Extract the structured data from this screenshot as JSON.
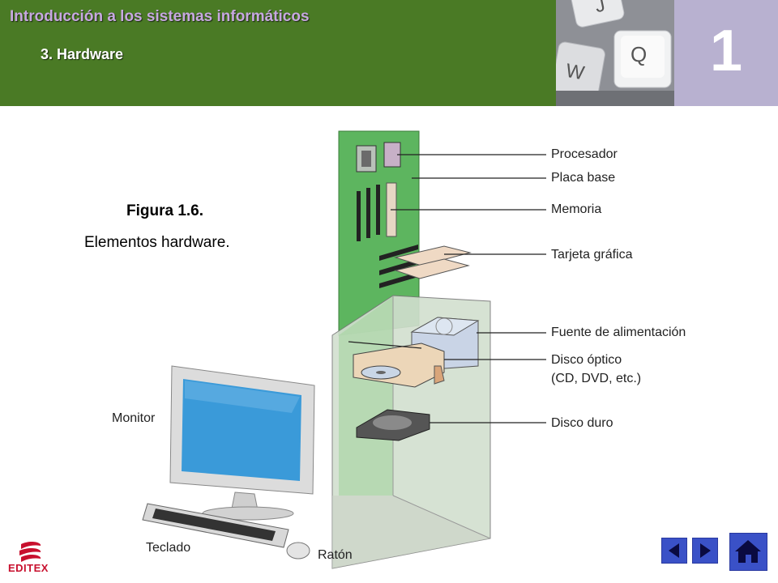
{
  "header": {
    "title": "Introducción a los sistemas informáticos",
    "subtitle": "3.  Hardware",
    "chapter_number": "1",
    "colors": {
      "band": "#4a7a25",
      "title": "#c7a8e0",
      "chapter_bg": "#b8b1d0"
    },
    "key_letters": [
      "J",
      "Q",
      "W"
    ]
  },
  "figure": {
    "caption_title": "Figura 1.6.",
    "caption_text": "Elementos hardware.",
    "labels": {
      "processor": "Procesador",
      "motherboard": "Placa base",
      "memory": "Memoria",
      "graphics": "Tarjeta gráfica",
      "psu": "Fuente de alimentación",
      "optical1": "Disco óptico",
      "optical2": "(CD, DVD, etc.)",
      "hdd": "Disco duro",
      "monitor": "Monitor",
      "keyboard": "Teclado",
      "mouse": "Ratón"
    }
  },
  "footer": {
    "logo_text": "EDITEX",
    "nav": {
      "prev": "previous-icon",
      "next": "next-icon",
      "home": "home-icon"
    }
  }
}
